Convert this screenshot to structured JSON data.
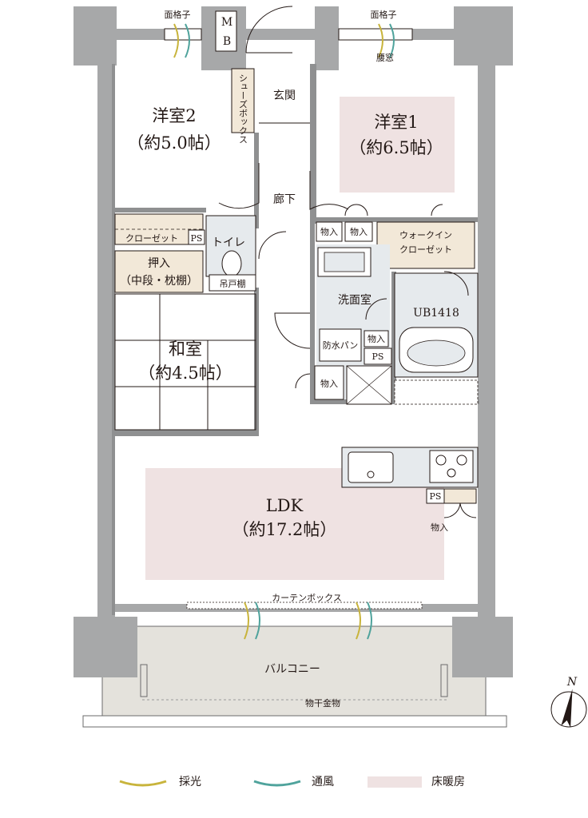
{
  "rooms": {
    "western2_name": "洋室2",
    "western2_size": "（約5.0帖）",
    "western1_name": "洋室1",
    "western1_size": "（約6.5帖）",
    "japanese_name": "和室",
    "japanese_size": "（約4.5帖）",
    "ldk_name": "LDK",
    "ldk_size": "（約17.2帖）",
    "balcony": "バルコニー"
  },
  "labels": {
    "mb_m": "M",
    "mb_b": "B",
    "lattice_left": "面格子",
    "lattice_right": "面格子",
    "waist_window": "腰窓",
    "shoes_box": "シューズボックス",
    "entrance": "玄関",
    "corridor": "廊下",
    "closet": "クローゼット",
    "ps_closet": "PS",
    "toilet": "トイレ",
    "hanging_shelf": "吊戸棚",
    "oshiire": "押入",
    "oshiire_detail": "（中段・枕棚）",
    "storage1": "物入",
    "storage2": "物入",
    "wic_line1": "ウォークイン",
    "wic_line2": "クローゼット",
    "washroom": "洗面室",
    "ub": "UB1418",
    "storage_wash": "物入",
    "waterproof_pan": "防水パン",
    "ps_wash": "PS",
    "storage_hall": "物入",
    "ps_kitchen": "PS",
    "storage_kitchen": "物入",
    "curtain_box": "カーテンボックス",
    "clothes_hanger": "物干金物",
    "north": "N"
  },
  "legend": {
    "daylight": "採光",
    "ventilation": "通風",
    "floor_heating": "床暖房"
  },
  "colors": {
    "wall": "#a7a8a9",
    "floor_heating": "#efe2e2",
    "storage": "#f2e8d8",
    "wet_area": "#e6eaed",
    "balcony": "#e4e2dc",
    "daylight": "#c8b43c",
    "ventilation": "#4fa39c"
  }
}
